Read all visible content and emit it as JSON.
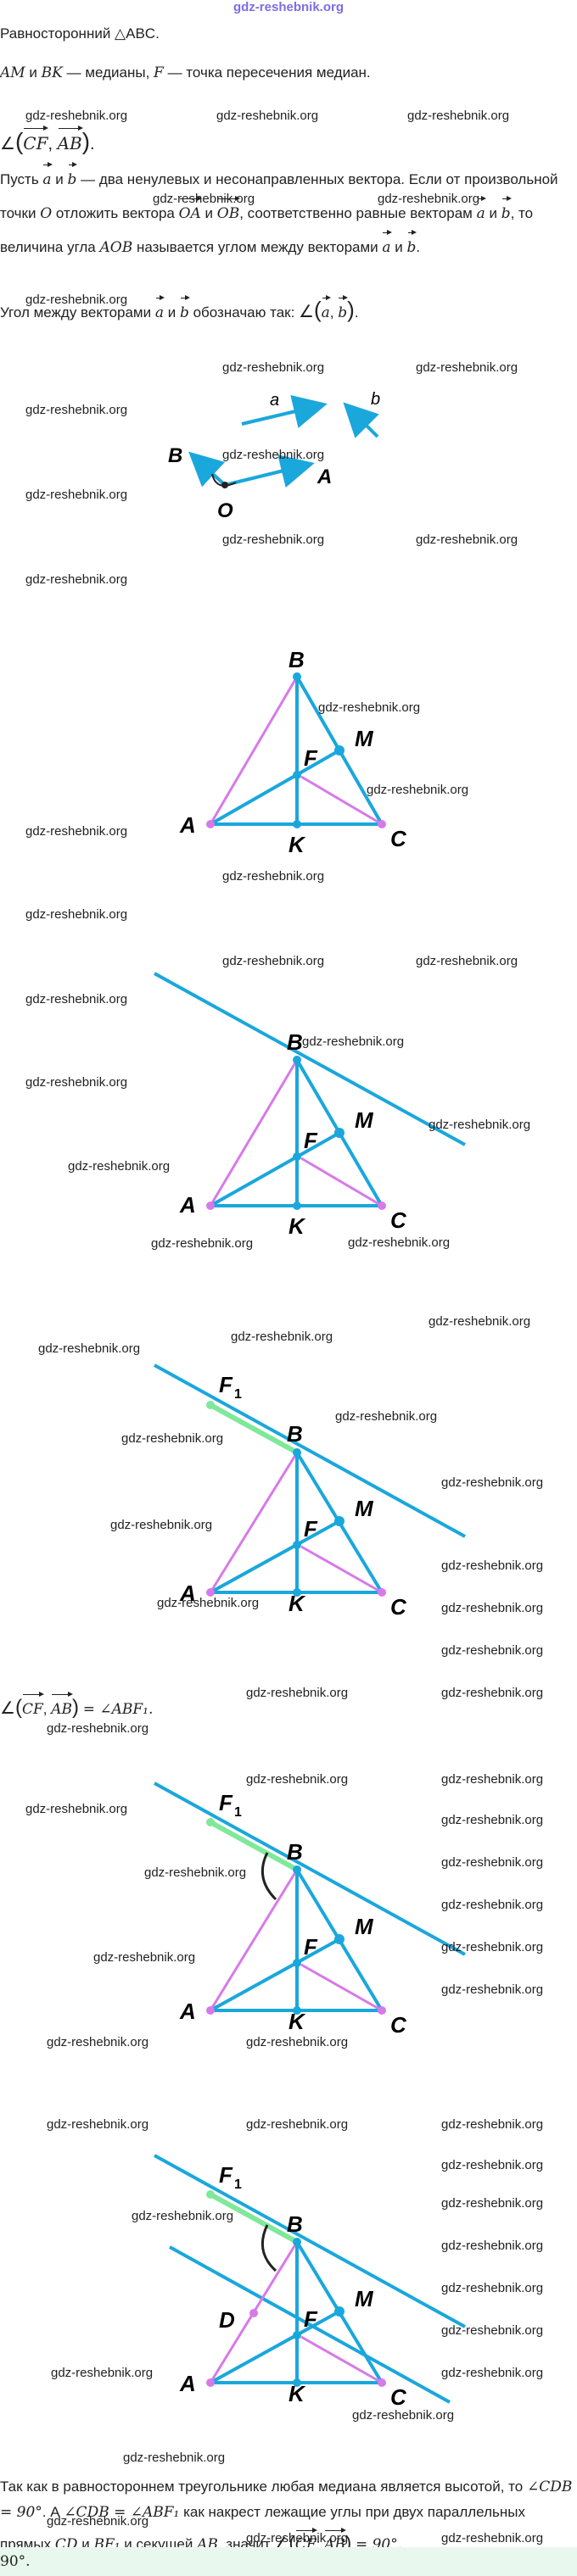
{
  "brand": "gdz-reshebnik.org",
  "watermark": "gdz-reshebnik.org",
  "given": {
    "line1": "Равносторонний △ABC.",
    "line2_a": "AM",
    "line2_b": "и",
    "line2_c": "BK",
    "line2_d": "— медианы,",
    "line2_e": "F",
    "line2_f": "— точка пересечения медиан.",
    "goal_angle": "∠",
    "goal_v1": "CF",
    "goal_v2": "AB"
  },
  "definition": {
    "p1": "Пусть",
    "v_a": "a",
    "and": "и",
    "v_b": "b",
    "p2": "— два ненулевых и несонаправленных вектора. Если от произвольной точки",
    "point_o": "O",
    "p3": "отложить вектора",
    "v_oa": "OA",
    "v_ob": "OB",
    "p4": ", соответственно равные векторам",
    "p5": ", то величина угла",
    "angle_aob": "AOB",
    "p6": "называется углом между векторами",
    "p7": "Угол между векторами",
    "p8": "обозначаю так:"
  },
  "figure_labels": {
    "a": "a",
    "b": "b",
    "O": "O",
    "A": "A",
    "B": "B",
    "C": "C",
    "K": "K",
    "M": "M",
    "F": "F",
    "F1": "F",
    "F1_sub": "1",
    "D": "D"
  },
  "step_angle": {
    "lhs_v1": "CF",
    "lhs_v2": "AB",
    "rhs": "= ∠ABF₁."
  },
  "conclusion": {
    "t1": "Так как в равностороннем треугольнике любая медиана является высотой, то",
    "t2": "∠CDB = 90°",
    "t3": ". А",
    "t4": "∠CDB = ∠ABF₁",
    "t5": "как накрест лежащие углы при двух параллельных прямых",
    "t6": "CD",
    "t7": "и",
    "t8": "BF₁",
    "t9": "и секущей",
    "t10": "AB",
    "t11": ", значит",
    "t12": "= 90°."
  },
  "answer": "90°.",
  "colors": {
    "brand": "#7d6ce8",
    "line": "#1aa7dc",
    "median": "#d77ae8",
    "highlight": "#7fe89a",
    "answer_bg": "#e8f8ee"
  }
}
